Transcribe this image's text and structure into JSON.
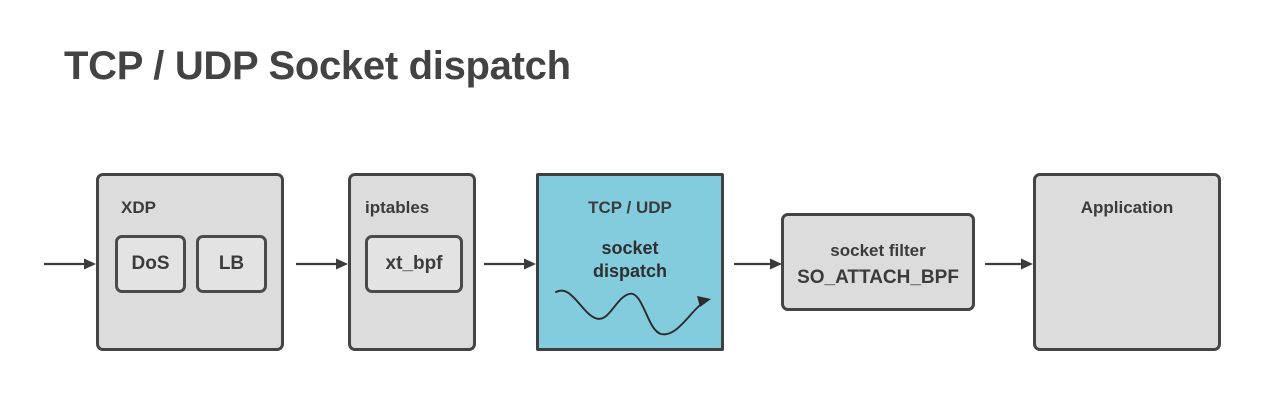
{
  "page": {
    "title": "TCP / UDP Socket dispatch",
    "background_color": "#ffffff",
    "title_color": "#434343"
  },
  "colors": {
    "box_fill": "#dcdcdc",
    "inner_box_fill": "#e3e3e3",
    "accent_fill": "#83ccde",
    "border": "#444444",
    "text": "#3b3b3b",
    "arrow": "#3b3b3b"
  },
  "diagram": {
    "type": "flow",
    "orientation": "left-to-right",
    "nodes": [
      {
        "id": "xdp",
        "label": "XDP",
        "label_position": "top-left",
        "highlighted": false,
        "children": [
          {
            "id": "dos",
            "label": "DoS"
          },
          {
            "id": "lb",
            "label": "LB"
          }
        ]
      },
      {
        "id": "iptables",
        "label": "iptables",
        "label_position": "top-left",
        "highlighted": false,
        "children": [
          {
            "id": "xt_bpf",
            "label": "xt_bpf"
          }
        ]
      },
      {
        "id": "tcp-udp",
        "label": "TCP / UDP",
        "label_position": "top-center",
        "highlighted": true,
        "lines": [
          "socket",
          "dispatch"
        ],
        "has_squiggle_arrow": true
      },
      {
        "id": "socket-filter",
        "label_position": "center",
        "highlighted": false,
        "lines": [
          "socket filter",
          "SO_ATTACH_BPF"
        ]
      },
      {
        "id": "application",
        "label": "Application",
        "label_position": "top-center",
        "highlighted": false
      }
    ],
    "connectors": [
      {
        "id": "ingress-to-xdp",
        "from": "ingress",
        "to": "xdp"
      },
      {
        "id": "xdp-to-iptables",
        "from": "xdp",
        "to": "iptables"
      },
      {
        "id": "iptables-to-tcp-udp",
        "from": "iptables",
        "to": "tcp-udp"
      },
      {
        "id": "tcp-udp-to-socket-filter",
        "from": "tcp-udp",
        "to": "socket-filter"
      },
      {
        "id": "socket-filter-to-application",
        "from": "socket-filter",
        "to": "application"
      }
    ]
  }
}
